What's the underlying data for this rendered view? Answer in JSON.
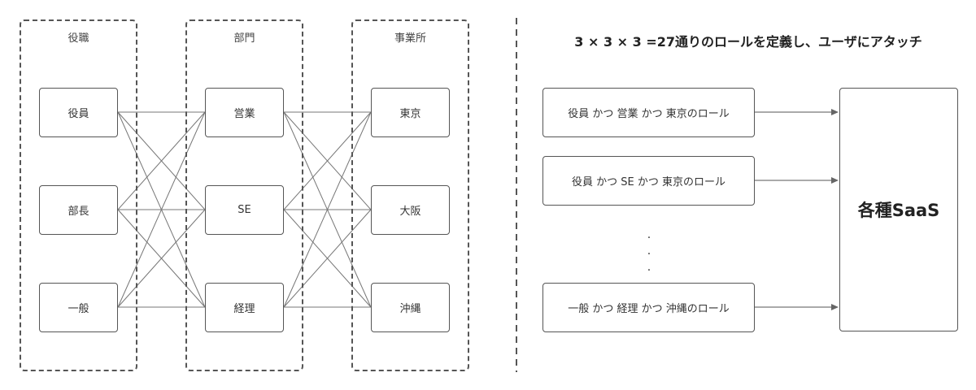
{
  "groups": [
    {
      "label": "役職",
      "items": [
        "役員",
        "部長",
        "一般"
      ]
    },
    {
      "label": "部門",
      "items": [
        "営業",
        "SE",
        "経理"
      ]
    },
    {
      "label": "事業所",
      "items": [
        "東京",
        "大阪",
        "沖縄"
      ]
    }
  ],
  "right": {
    "title": "3 × 3 × 3 =27通りのロールを定義し、ユーザにアタッチ",
    "roles": [
      "役員 かつ 営業 かつ 東京のロール",
      "役員 かつ SE かつ 東京のロール",
      "一般 かつ 経理 かつ 沖縄のロール"
    ],
    "ellipsis": [
      "·",
      "·",
      "·"
    ],
    "target": "各種SaaS"
  }
}
